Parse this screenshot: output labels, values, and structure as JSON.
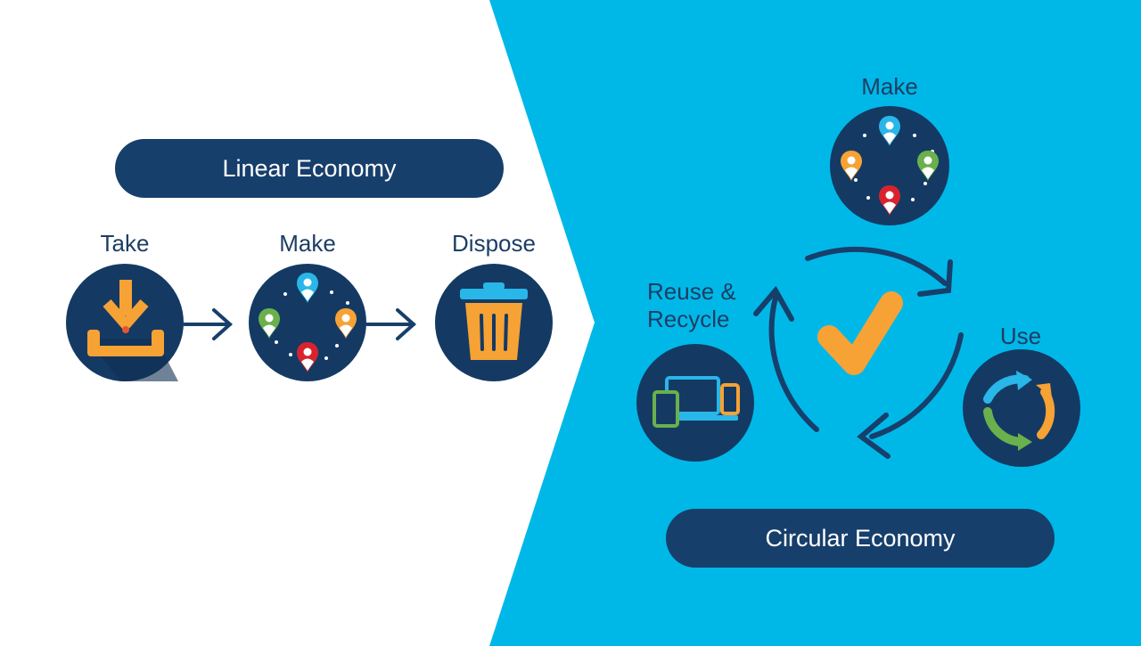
{
  "linear": {
    "title": "Linear Economy",
    "steps": [
      "Take",
      "Make",
      "Dispose"
    ]
  },
  "circular": {
    "title": "Circular Economy",
    "make_label": "Make",
    "use_label": "Use",
    "reuse_label_line1": "Reuse &",
    "reuse_label_line2": "Recycle"
  },
  "colors": {
    "panel_blue": "#00b8e8",
    "navy": "#173f6b",
    "circle_navy": "#143a64",
    "orange": "#f6a235",
    "green": "#6ab04c",
    "red": "#d8232f",
    "cyan": "#29b6e8",
    "white": "#ffffff"
  },
  "icons": {
    "take": "download-tray-icon",
    "make": "map-pins-icon",
    "dispose": "trash-bin-icon",
    "use": "refresh-arrows-icon",
    "reuse": "devices-icon",
    "center": "checkmark-icon"
  }
}
